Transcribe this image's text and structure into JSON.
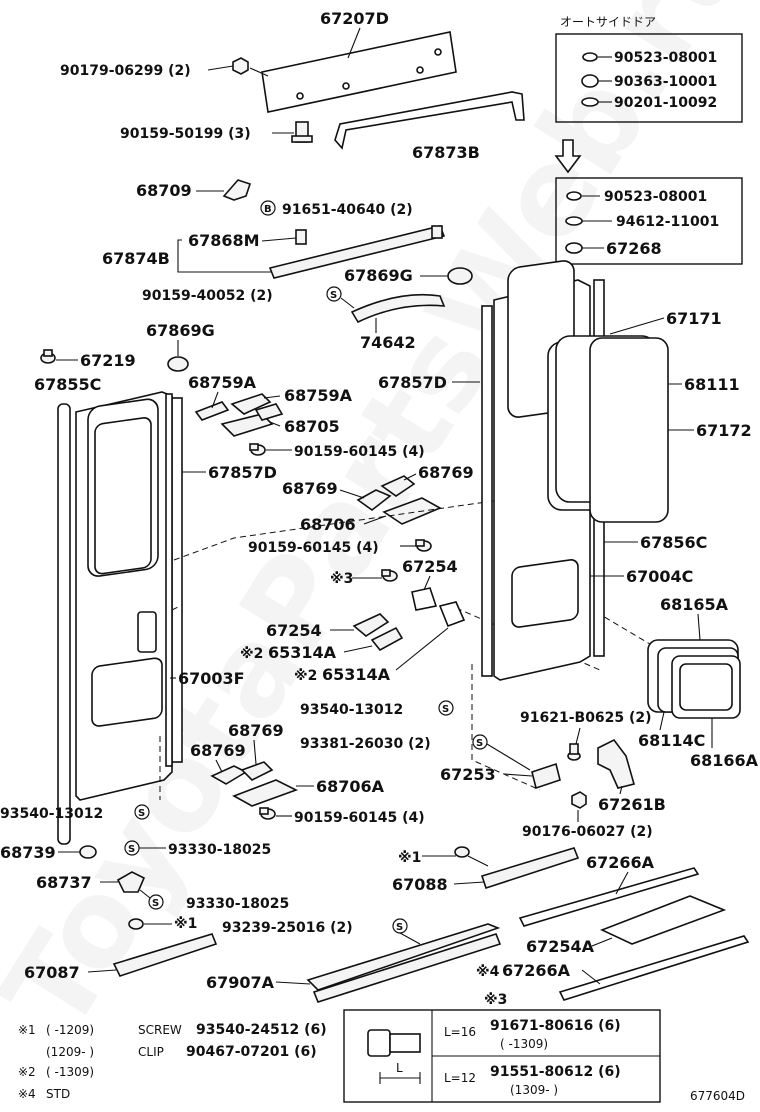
{
  "header_note": "オートサイドドア",
  "diagram_id": "677604D",
  "watermark": "ToyotaPartsWeb.ru",
  "labels": {
    "p67207D": "67207D",
    "p90179_06299": "90179-06299 (2)",
    "p90159_50199": "90159-50199 (3)",
    "p67873B": "67873B",
    "p68709": "68709",
    "p91651_40640": "91651-40640 (2)",
    "p67868M": "67868M",
    "p67874B": "67874B",
    "p67869G_top": "67869G",
    "p90159_40052": "90159-40052 (2)",
    "p74642": "74642",
    "p67869G_left": "67869G",
    "p67219": "67219",
    "p67855C": "67855C",
    "p68759A_1": "68759A",
    "p68759A_2": "68759A",
    "p68705": "68705",
    "p90159_60145_a": "90159-60145 (4)",
    "p67857D_left": "67857D",
    "p68769_a": "68769",
    "p68769_b": "68769",
    "p68706": "68706",
    "p90159_60145_b": "90159-60145 (4)",
    "p67254_a": "67254",
    "note3_mark": "※3",
    "p67254_b": "67254",
    "p65314A_a": "65314A",
    "p65314A_b": "65314A",
    "note2_mark_a": "※2",
    "note2_mark_b": "※2",
    "p67003F": "67003F",
    "p93540_13012_a": "93540-13012",
    "p68769_c": "68769",
    "p68769_d": "68769",
    "p93381_26030": "93381-26030 (2)",
    "p68706A": "68706A",
    "p90159_60145_c": "90159-60145 (4)",
    "p93540_13012_b": "93540-13012",
    "p68739": "68739",
    "p93330_18025_a": "93330-18025",
    "p68737": "68737",
    "p93330_18025_b": "93330-18025",
    "note1_mark_a": "※1",
    "p93239_25016": "93239-25016 (2)",
    "p67087": "67087",
    "p67907A": "67907A",
    "p67857D_right": "67857D",
    "p67171": "67171",
    "p68111": "68111",
    "p67172": "67172",
    "p67856C": "67856C",
    "p67004C": "67004C",
    "p68165A": "68165A",
    "p91621_B0625": "91621-B0625 (2)",
    "p68114C": "68114C",
    "p68166A": "68166A",
    "p67253": "67253",
    "p67261B": "67261B",
    "p90176_06027": "90176-06027 (2)",
    "note1_mark_b": "※1",
    "p67088": "67088",
    "p67266A_a": "67266A",
    "p67254A": "67254A",
    "note4_mark": "※4",
    "p67266A_b": "67266A"
  },
  "inset_top": {
    "items": [
      "90523-08001",
      "90363-10001",
      "90201-10092"
    ]
  },
  "inset_bottom": {
    "items": [
      "90523-08001",
      "94612-11001",
      "67268"
    ]
  },
  "screw_table": {
    "mark": "※3",
    "length_symbol": "L",
    "rows": [
      {
        "length": "L=16",
        "part": "91671-80616 (6)",
        "period": "(        -1309)"
      },
      {
        "length": "L=12",
        "part": "91551-80612 (6)",
        "period": "(1309-          )"
      }
    ]
  },
  "notes": [
    {
      "mark": "※1",
      "period": "(        -1209)",
      "type": "SCREW",
      "part": "93540-24512 (6)"
    },
    {
      "mark": "",
      "period": "(1209-        )",
      "type": "CLIP",
      "part": "90467-07201 (6)"
    },
    {
      "mark": "※2",
      "period": "(        -1309)",
      "type": "",
      "part": ""
    },
    {
      "mark": "※4",
      "period": "STD",
      "type": "",
      "part": ""
    }
  ]
}
